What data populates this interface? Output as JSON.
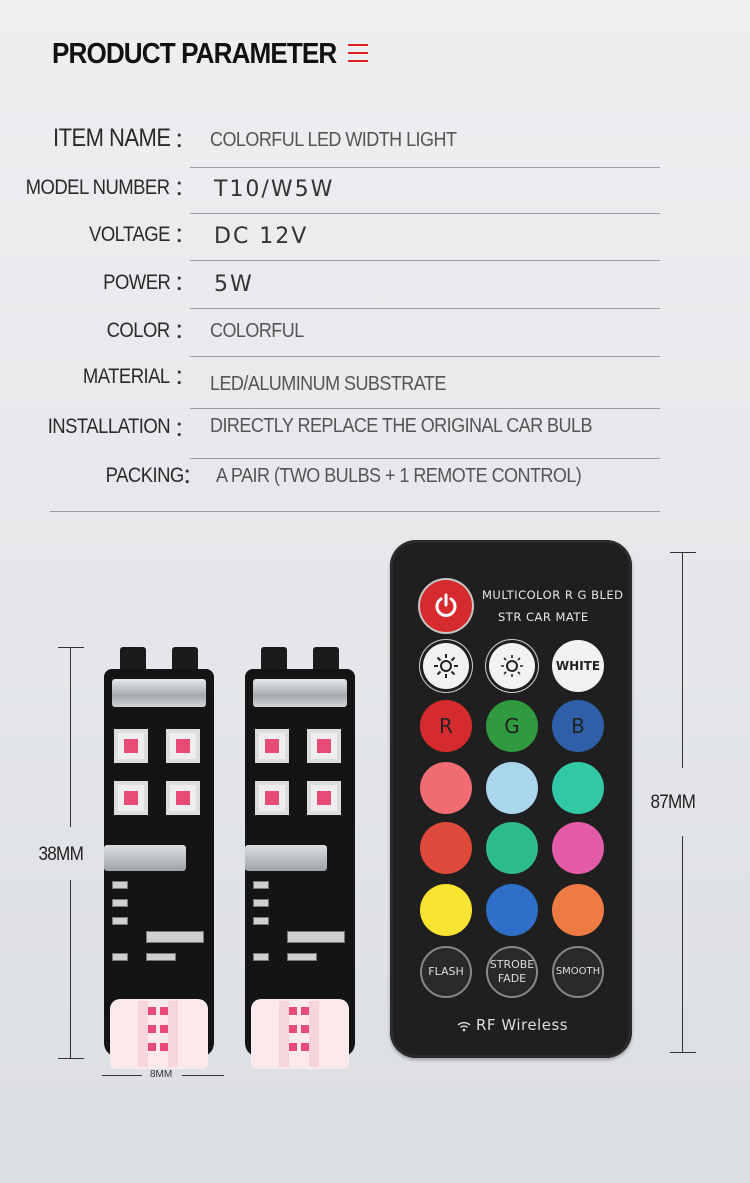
{
  "header": {
    "title": "PRODUCT PARAMETER"
  },
  "params": [
    {
      "label": "ITEM NAME",
      "value": "COLORFUL LED WIDTH LIGHT"
    },
    {
      "label": "MODEL NUMBER",
      "value": "T10/W5W"
    },
    {
      "label": "VOLTAGE",
      "value": "DC 12V"
    },
    {
      "label": "POWER",
      "value": "5W"
    },
    {
      "label": "COLOR",
      "value": "COLORFUL"
    },
    {
      "label": "MATERIAL",
      "value": "LED/ALUMINUM SUBSTRATE"
    },
    {
      "label": "INSTALLATION",
      "value": "DIRECTLY REPLACE THE ORIGINAL CAR BULB"
    },
    {
      "label": "PACKING",
      "value": "A PAIR (TWO BULBS + 1 REMOTE CONTROL)"
    }
  ],
  "colon": "：",
  "dimensions": {
    "bulb_height": "38MM",
    "bulb_width": "8MM",
    "remote_height": "87MM"
  },
  "remote": {
    "brand_line1": "MULTICOLOR R G BLED",
    "brand_line2": "STR CAR MATE",
    "white_label": "WHITE",
    "r_label": "R",
    "g_label": "G",
    "b_label": "B",
    "flash_label": "FLASH",
    "strobe_label": "STROBE",
    "fade_label": "FADE",
    "smooth_label": "SMOOTH",
    "rf_label": "RF Wireless",
    "colors": {
      "power": "#d62b2e",
      "r": "#d62b2e",
      "g": "#2f9a3f",
      "b": "#2f5fa8",
      "row2": [
        "#f06c72",
        "#a9d6ea",
        "#32c9a7"
      ],
      "row3": [
        "#e04a3a",
        "#2ebc8e",
        "#e45ca8"
      ],
      "row4": [
        "#f9e432",
        "#2f6fc7",
        "#ee7b44"
      ]
    }
  }
}
